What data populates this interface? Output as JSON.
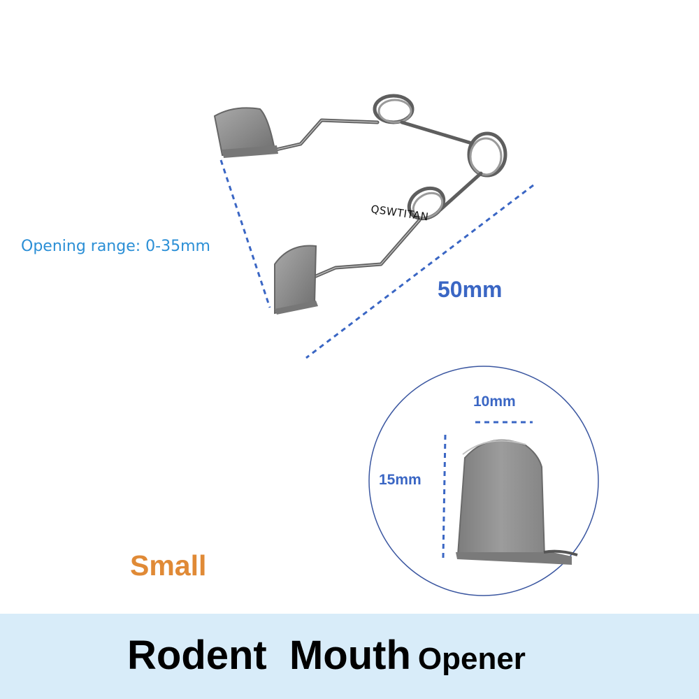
{
  "annotations": {
    "opening_range": "Opening range: 0-35mm",
    "overall_length": "50mm",
    "watermark": "QSWTITAN",
    "blade_width": "10mm",
    "blade_height": "15mm"
  },
  "size": "Small",
  "title": {
    "main": "Rodent  Mouth",
    "sub": "Opener"
  },
  "colors": {
    "dimension_blue": "#3a66c4",
    "opening_label_blue": "#2b8fd6",
    "size_orange": "#e08a36",
    "banner_background": "#d8ecf9",
    "metal_gray": "#8a8a8a"
  }
}
